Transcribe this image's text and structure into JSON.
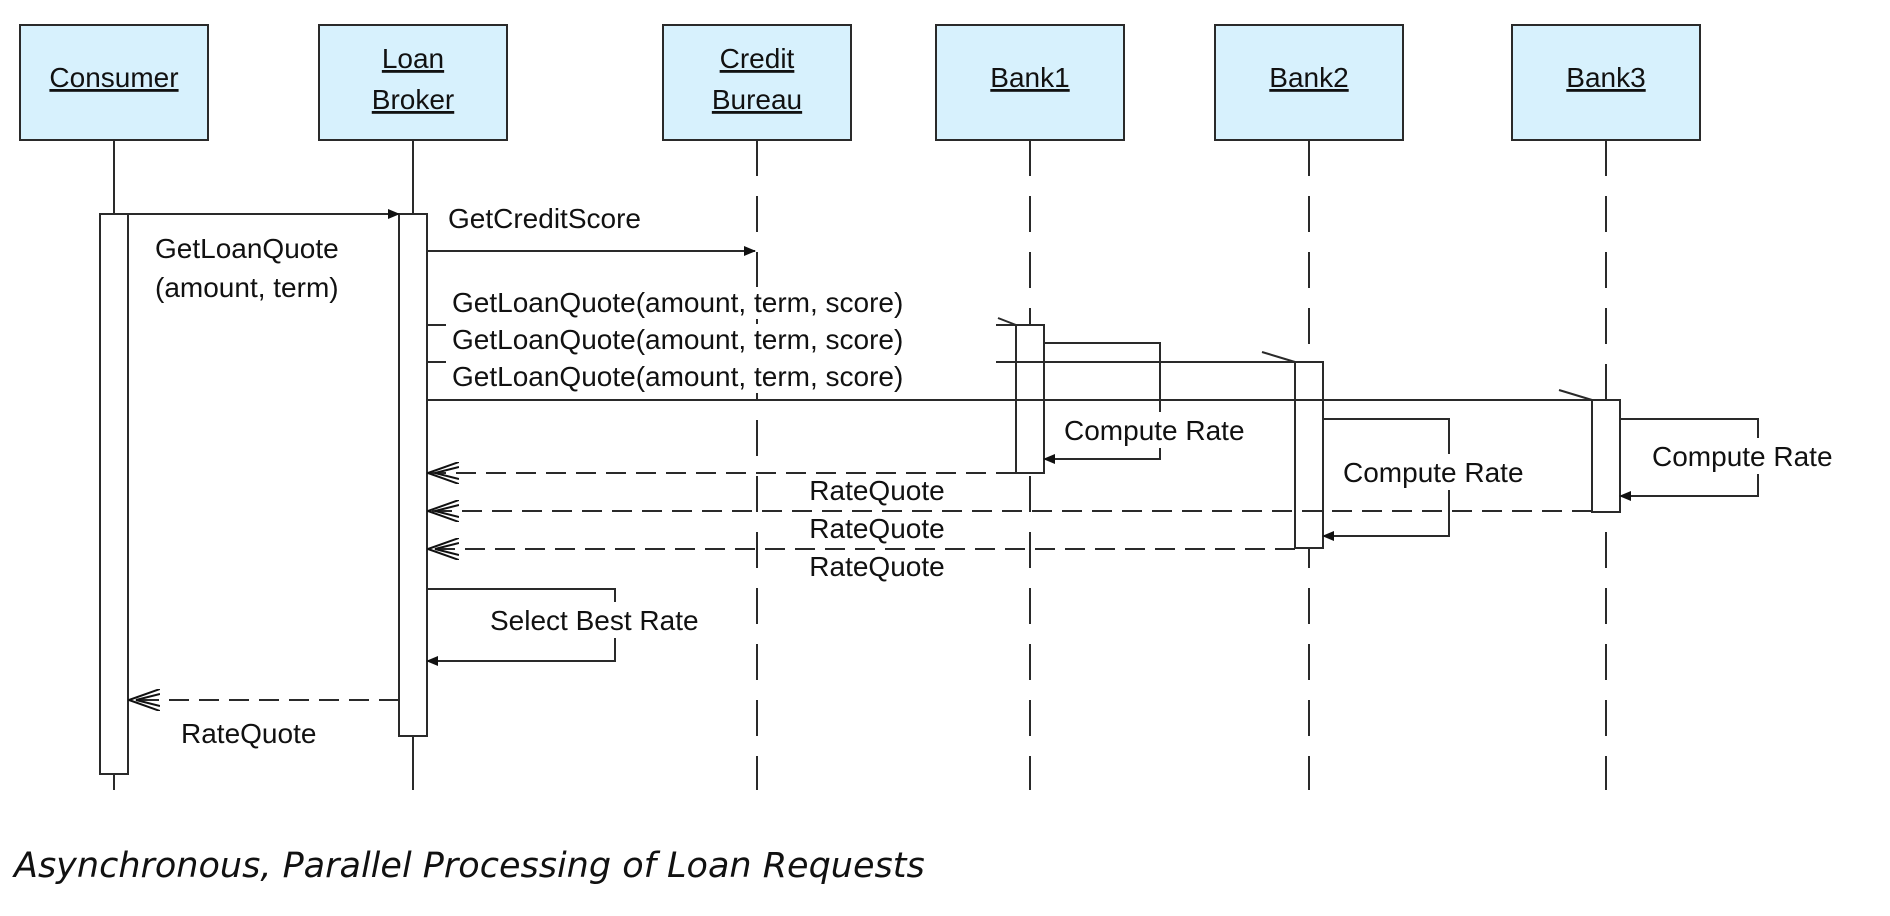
{
  "participants": [
    {
      "id": "consumer",
      "label_lines": [
        "Consumer"
      ]
    },
    {
      "id": "loan-broker",
      "label_lines": [
        "Loan",
        "Broker"
      ]
    },
    {
      "id": "credit-bureau",
      "label_lines": [
        "Credit",
        "Bureau"
      ]
    },
    {
      "id": "bank1",
      "label_lines": [
        "Bank1"
      ]
    },
    {
      "id": "bank2",
      "label_lines": [
        "Bank2"
      ]
    },
    {
      "id": "bank3",
      "label_lines": [
        "Bank3"
      ]
    }
  ],
  "messages": [
    {
      "id": "get-loan-quote",
      "from": "consumer",
      "to": "loan-broker",
      "style": "sync",
      "label_lines": [
        "GetLoanQuote",
        "(amount, term)"
      ]
    },
    {
      "id": "get-credit-score",
      "from": "loan-broker",
      "to": "credit-bureau",
      "style": "sync",
      "label_lines": [
        "GetCreditScore"
      ]
    },
    {
      "id": "bank1-get-loan-quote",
      "from": "loan-broker",
      "to": "bank1",
      "style": "async",
      "label_lines": [
        "GetLoanQuote(amount, term, score)"
      ]
    },
    {
      "id": "bank2-get-loan-quote",
      "from": "loan-broker",
      "to": "bank2",
      "style": "async",
      "label_lines": [
        "GetLoanQuote(amount, term, score)"
      ]
    },
    {
      "id": "bank3-get-loan-quote",
      "from": "loan-broker",
      "to": "bank3",
      "style": "async",
      "label_lines": [
        "GetLoanQuote(amount, term, score)"
      ]
    },
    {
      "id": "bank1-compute-rate",
      "from": "bank1",
      "to": "bank1",
      "style": "self",
      "label_lines": [
        "Compute Rate"
      ]
    },
    {
      "id": "bank2-compute-rate",
      "from": "bank2",
      "to": "bank2",
      "style": "self",
      "label_lines": [
        "Compute Rate"
      ]
    },
    {
      "id": "bank3-compute-rate",
      "from": "bank3",
      "to": "bank3",
      "style": "self",
      "label_lines": [
        "Compute Rate"
      ]
    },
    {
      "id": "bank1-rate-quote",
      "from": "bank1",
      "to": "loan-broker",
      "style": "return",
      "label_lines": [
        "RateQuote"
      ]
    },
    {
      "id": "bank2-rate-quote",
      "from": "bank2",
      "to": "loan-broker",
      "style": "return",
      "label_lines": [
        "RateQuote"
      ]
    },
    {
      "id": "bank3-rate-quote",
      "from": "bank3",
      "to": "loan-broker",
      "style": "return",
      "label_lines": [
        "RateQuote"
      ]
    },
    {
      "id": "select-best-rate",
      "from": "loan-broker",
      "to": "loan-broker",
      "style": "self",
      "label_lines": [
        "Select Best Rate"
      ]
    },
    {
      "id": "final-rate-quote",
      "from": "loan-broker",
      "to": "consumer",
      "style": "return",
      "label_lines": [
        "RateQuote"
      ]
    }
  ],
  "caption": "Asynchronous, Parallel Processing of Loan Requests",
  "colors": {
    "box_fill": "#d7f1fd",
    "line": "#2a2a2a",
    "text": "#111111"
  }
}
